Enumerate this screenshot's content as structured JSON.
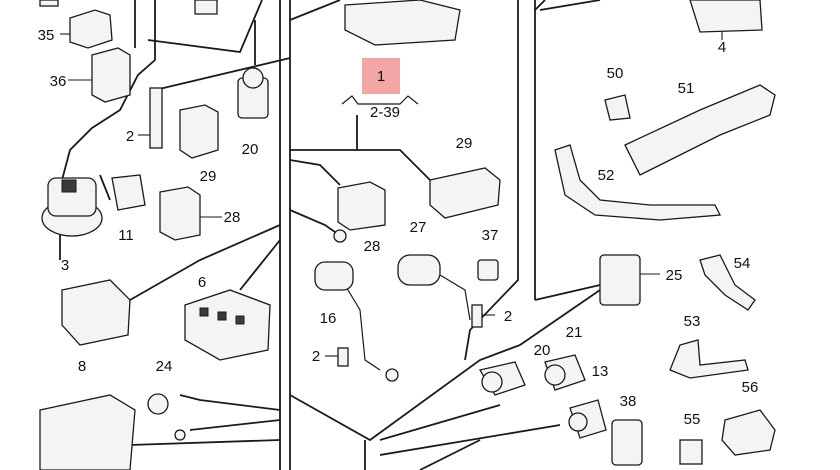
{
  "diagram": {
    "callout": {
      "number": "1",
      "reference": "2-39",
      "highlight_color": "#f4a6a6"
    },
    "labels": {
      "n2a": "2",
      "n2b": "2",
      "n2c": "2",
      "n3": "3",
      "n4": "4",
      "n6": "6",
      "n8": "8",
      "n11": "11",
      "n13": "13",
      "n16": "16",
      "n20a": "20",
      "n20b": "20",
      "n21": "21",
      "n24": "24",
      "n25": "25",
      "n27": "27",
      "n28a": "28",
      "n28b": "28",
      "n29a": "29",
      "n29b": "29",
      "n35": "35",
      "n36": "36",
      "n37": "37",
      "n38": "38",
      "n50": "50",
      "n51": "51",
      "n52": "52",
      "n53": "53",
      "n54": "54",
      "n55": "55",
      "n56": "56"
    }
  }
}
